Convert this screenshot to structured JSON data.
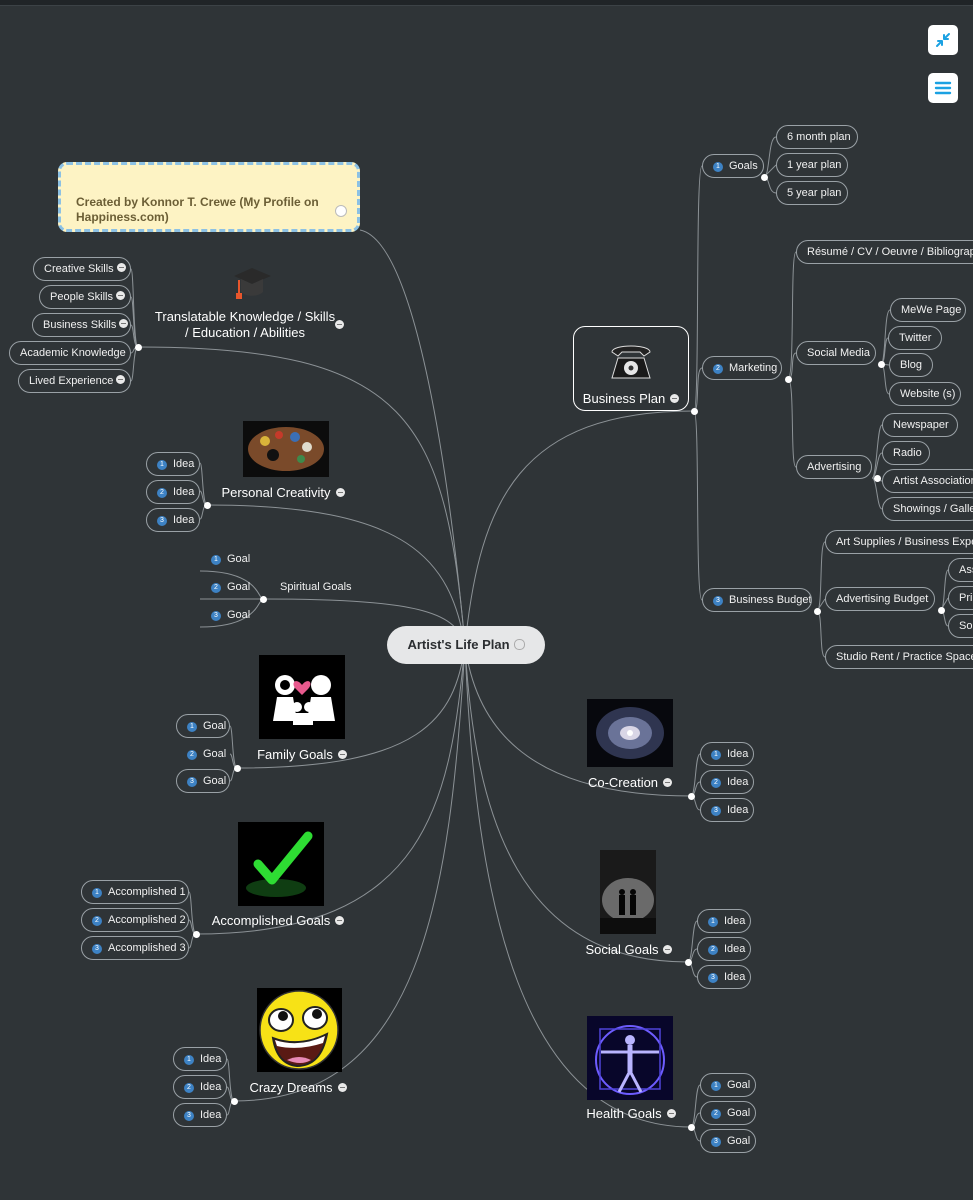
{
  "center": {
    "label": "Artist's Life Plan"
  },
  "note": {
    "text": "Created by Konnor T. Crewe (My Profile on Happiness.com)"
  },
  "toolbar": {
    "collapse_icon": "compress-arrows-icon",
    "menu_icon": "hamburger-menu-icon",
    "accent": "#1ba1e2"
  },
  "colors": {
    "background": "#2f3437",
    "badge": "#3d82c4",
    "center_fill": "#e6e7e8",
    "note_fill": "#fdf3c4"
  },
  "topics": {
    "knowledge": {
      "label_line1": "Translatable Knowledge / Skills",
      "label_line2": "/ Education / Abilities",
      "items": [
        "Creative Skills",
        "People Skills",
        "Business Skills",
        "Academic Knowledge",
        "Lived Experience"
      ]
    },
    "creativity": {
      "label": "Personal Creativity",
      "items": [
        "Idea",
        "Idea",
        "Idea"
      ]
    },
    "spiritual": {
      "label": "Spiritual Goals",
      "items": [
        "Goal",
        "Goal",
        "Goal"
      ]
    },
    "family": {
      "label": "Family Goals",
      "items": [
        "Goal",
        "Goal",
        "Goal"
      ]
    },
    "accomplished": {
      "label": "Accomplished Goals",
      "items": [
        "Accomplished 1",
        "Accomplished 2",
        "Accomplished 3"
      ]
    },
    "dreams": {
      "label": "Crazy Dreams",
      "items": [
        "Idea",
        "Idea",
        "Idea"
      ]
    },
    "business": {
      "label": "Business Plan",
      "goals": {
        "label": "Goals",
        "items": [
          "6 month plan",
          "1 year plan",
          "5 year plan"
        ]
      },
      "marketing": {
        "label": "Marketing",
        "resume": "Résumé / CV / Oeuvre / Bibliography",
        "social": {
          "label": "Social Media",
          "items": [
            "MeWe Page",
            "Twitter",
            "Blog",
            "Website (s)"
          ]
        },
        "advertising": {
          "label": "Advertising",
          "items": [
            "Newspaper",
            "Radio",
            "Artist Association",
            "Showings / Gallery"
          ]
        }
      },
      "budget": {
        "label": "Business Budget",
        "supplies": "Art Supplies / Business Expenses",
        "advertising": {
          "label": "Advertising Budget",
          "items": [
            "Ass",
            "Prin",
            "Soc"
          ]
        },
        "studio": "Studio Rent / Practice Space"
      }
    },
    "cocreation": {
      "label": "Co-Creation",
      "items": [
        "Idea",
        "Idea",
        "Idea"
      ]
    },
    "social": {
      "label": "Social Goals",
      "items": [
        "Idea",
        "Idea",
        "Idea"
      ]
    },
    "health": {
      "label": "Health Goals",
      "items": [
        "Goal",
        "Goal",
        "Goal"
      ]
    }
  }
}
